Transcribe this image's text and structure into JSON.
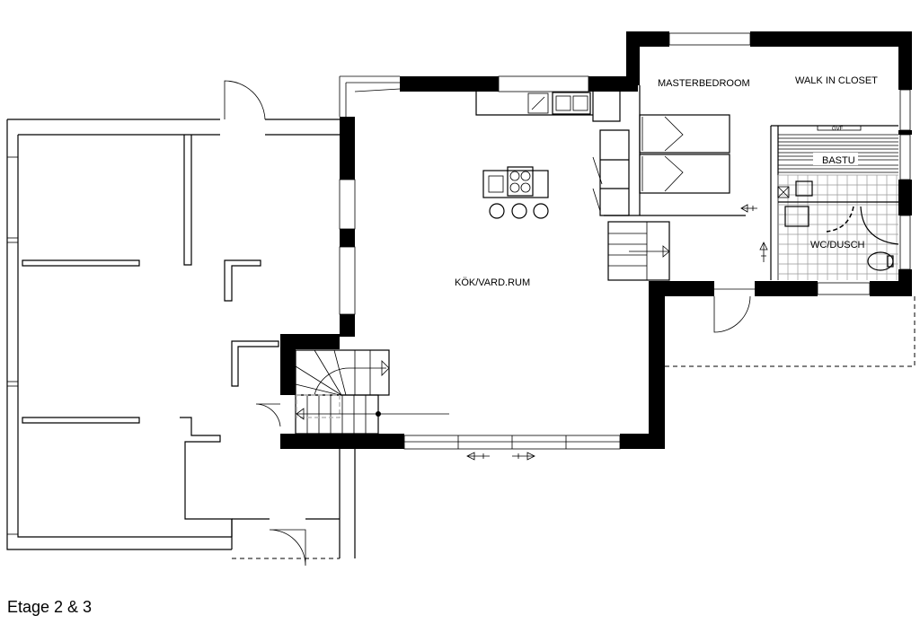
{
  "rooms": {
    "kitchen_living": "KÖK/VARD.RUM",
    "master_bedroom": "MASTERBEDROOM",
    "walk_in_closet": "WALK IN CLOSET",
    "sauna": "BASTU",
    "wc_shower": "WC/DUSCH",
    "sauna_heater": "GVF"
  },
  "caption": "Etage 2 & 3"
}
